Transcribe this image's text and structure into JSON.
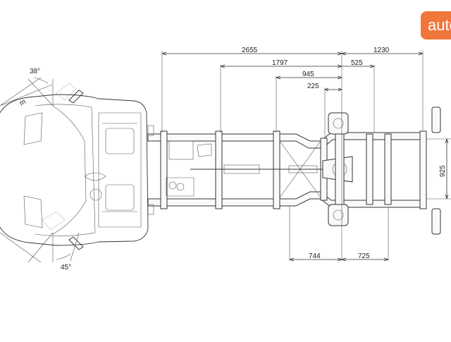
{
  "brand": {
    "text": "auto",
    "color": "#f0763b"
  },
  "angles": {
    "top": "38°",
    "bottom": "45°"
  },
  "radius_fragment": "m",
  "dimensions": {
    "overall_front": "2655",
    "overhang_rear": "1230",
    "d_1797": "1797",
    "d_525": "525",
    "d_945": "945",
    "d_225": "225",
    "d_744": "744",
    "d_725": "725",
    "track_width": "925"
  }
}
